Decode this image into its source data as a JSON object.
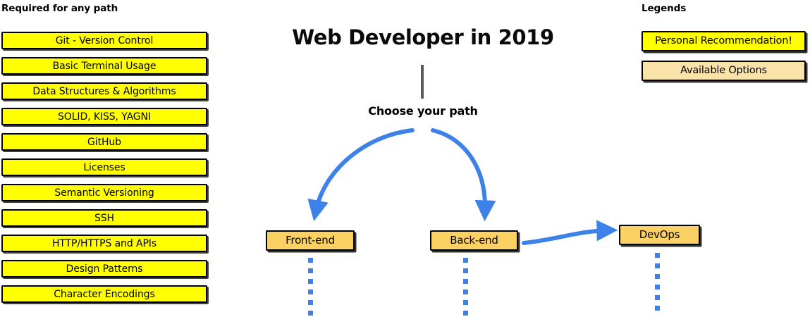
{
  "colors": {
    "recommended_fill": "#FFFF00",
    "available_fill": "#FAE3A8",
    "node_fill": "#FBD163",
    "arrow_blue": "#3c82e8",
    "stem_gray": "#595959",
    "border_black": "#000000"
  },
  "required": {
    "heading": "Required for any path",
    "items": [
      {
        "label": "Git - Version Control"
      },
      {
        "label": "Basic Terminal Usage"
      },
      {
        "label": "Data Structures & Algorithms"
      },
      {
        "label": "SOLID, KISS, YAGNI"
      },
      {
        "label": "GitHub"
      },
      {
        "label": "Licenses"
      },
      {
        "label": "Semantic Versioning"
      },
      {
        "label": "SSH"
      },
      {
        "label": "HTTP/HTTPS and APIs"
      },
      {
        "label": "Design Patterns"
      },
      {
        "label": "Character Encodings"
      }
    ]
  },
  "center": {
    "title": "Web Developer in 2019",
    "choose_path_label": "Choose your path",
    "nodes": [
      {
        "id": "frontend",
        "label": "Front-end"
      },
      {
        "id": "backend",
        "label": "Back-end"
      },
      {
        "id": "devops",
        "label": "DevOps"
      }
    ],
    "trail_dot_count": 6
  },
  "legend": {
    "heading": "Legends",
    "entries": [
      {
        "label": "Personal Recommendation!",
        "fill": "#FFFF00"
      },
      {
        "label": "Available Options",
        "fill": "#FAE3A8"
      }
    ]
  }
}
